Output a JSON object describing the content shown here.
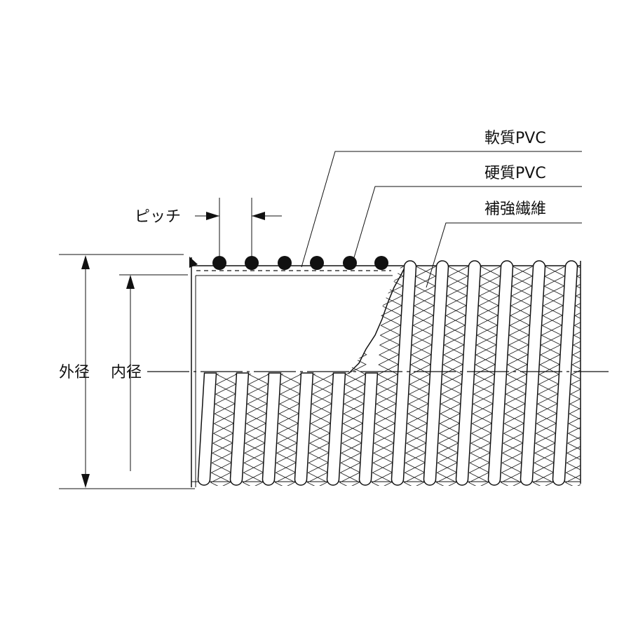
{
  "labels": {
    "soft_pvc": "軟質PVC",
    "hard_pvc": "硬質PVC",
    "fiber": "補強繊維",
    "pitch": "ピッチ",
    "outer_diameter": "外径",
    "inner_diameter": "内径"
  },
  "colors": {
    "ink": "#111111",
    "background": "#ffffff"
  }
}
